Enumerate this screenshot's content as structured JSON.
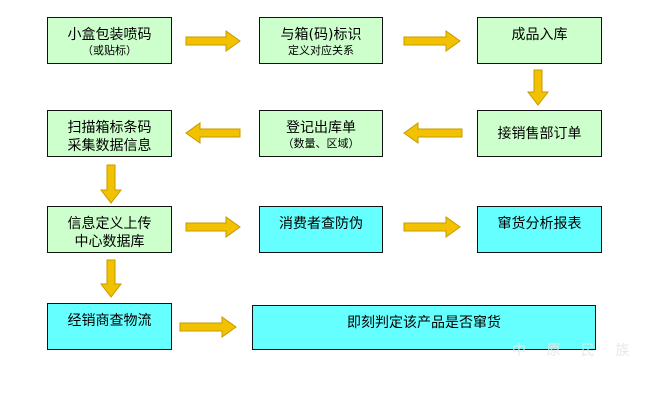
{
  "colors": {
    "green_box": "#ccffcc",
    "cyan_box": "#66ffff",
    "arrow_fill": "#f2c200",
    "arrow_stroke": "#c79a00"
  },
  "nodes": {
    "n1": {
      "main": "小盒包装喷码",
      "sub": "（或贴标）"
    },
    "n2": {
      "main": "与箱(码)标识",
      "sub": "定义对应关系"
    },
    "n3": {
      "main": "成品入库"
    },
    "n4": {
      "main": "扫描箱标条码",
      "sub": "采集数据信息"
    },
    "n5": {
      "main": "登记出库单",
      "sub": "（数量、区域）"
    },
    "n6": {
      "main": "接销售部订单"
    },
    "n7": {
      "main": "信息定义上传",
      "sub": "中心数据库"
    },
    "n8": {
      "main": "消费者查防伪"
    },
    "n9": {
      "main": "窜货分析报表"
    },
    "n10": {
      "main": "经销商查物流"
    },
    "n11": {
      "main": "即刻判定该产品是否窜货"
    }
  },
  "watermark": "中 原 民 族"
}
